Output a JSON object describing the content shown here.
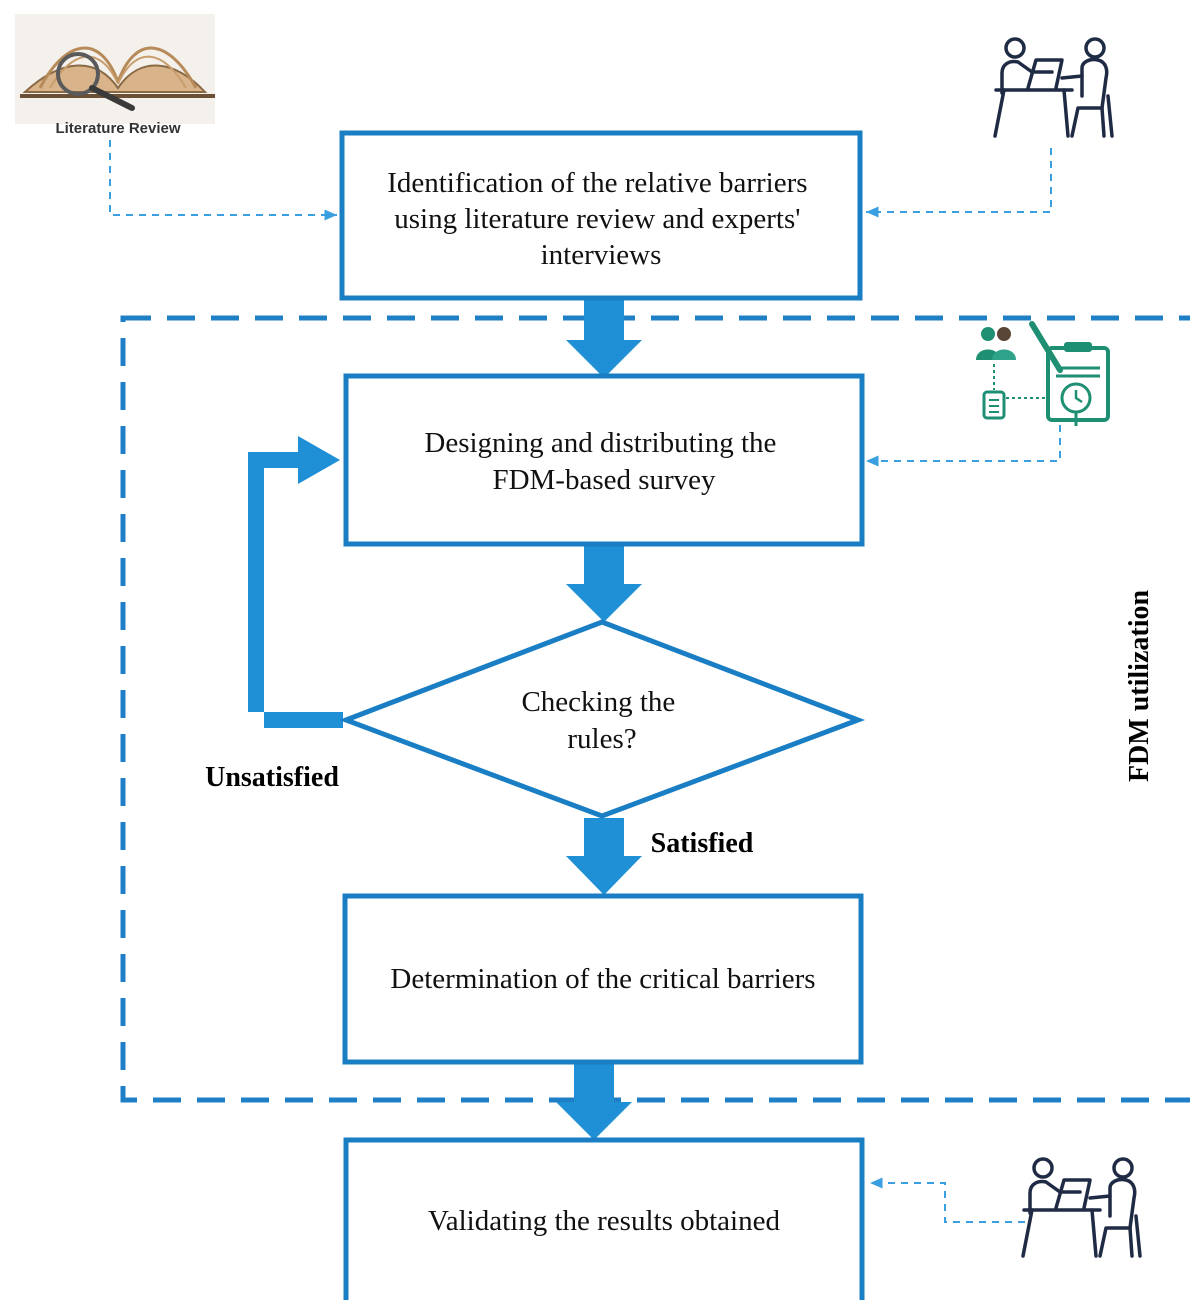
{
  "colors": {
    "accent": "#1f8fd6",
    "box_border": "#1a7ec4",
    "dashed_region": "#1f7fc6",
    "connector": "#3a9fe0",
    "icon_dark": "#1f2a44",
    "icon_green": "#1e8f73"
  },
  "icons": {
    "literature": "book-magnifier-icon",
    "experts_top": "experts-interview-icon",
    "survey": "survey-clipboard-icon",
    "experts_bottom": "experts-interview-icon"
  },
  "literature_caption": "Literature Review",
  "steps": {
    "identify": [
      "Identification of the relative barriers",
      "using literature review and experts'",
      "interviews"
    ],
    "design": [
      "Designing and distributing the",
      "FDM-based survey"
    ],
    "check": [
      "Checking the",
      "rules?"
    ],
    "determine": [
      "Determination of the critical barriers"
    ],
    "validate": [
      "Validating the results obtained"
    ]
  },
  "labels": {
    "unsatisfied": "Unsatisfied",
    "satisfied": "Satisfied",
    "region": "FDM utilization"
  }
}
